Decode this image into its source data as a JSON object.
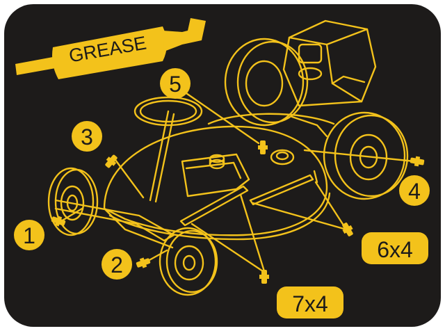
{
  "colors": {
    "background": "#1d1b1a",
    "accent": "#f3c21b",
    "ink": "#1d1b1a"
  },
  "tube_label": "GREASE",
  "callouts": [
    {
      "id": "1",
      "label": "1"
    },
    {
      "id": "2",
      "label": "2"
    },
    {
      "id": "3",
      "label": "3"
    },
    {
      "id": "4",
      "label": "4"
    },
    {
      "id": "5",
      "label": "5"
    }
  ],
  "multipliers": [
    {
      "id": "6x4",
      "label": "6x4"
    },
    {
      "id": "7x4",
      "label": "7x4"
    }
  ],
  "icons": [
    "grease-tube-icon",
    "grease-fitting-icon",
    "riding-mower-icon"
  ]
}
